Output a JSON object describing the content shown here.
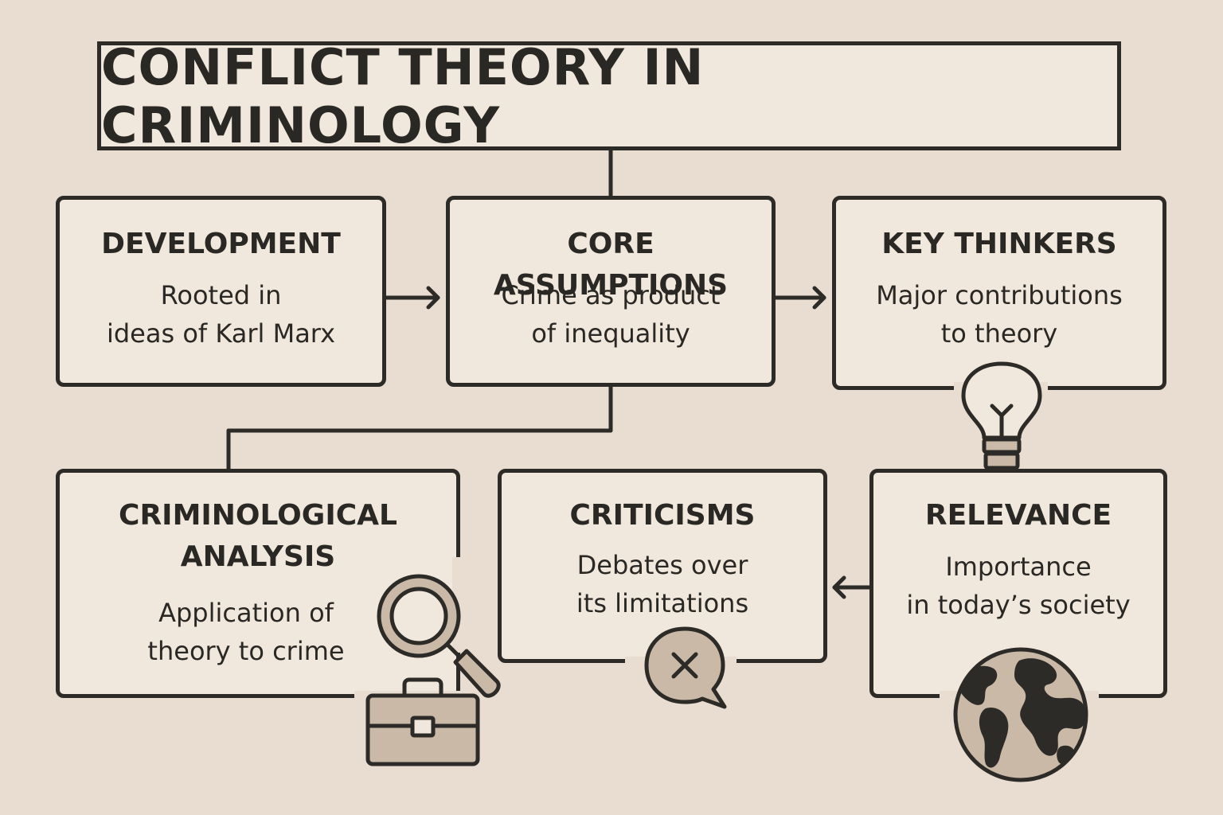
{
  "title": "CONFLICT THEORY IN CRIMINOLOGY",
  "nodes": {
    "development": {
      "heading": "DEVELOPMENT",
      "body": [
        "Rooted  in",
        "ideas of Karl Marx"
      ]
    },
    "core_assumptions": {
      "heading": "CORE ASSUMPTIONS",
      "body": [
        "Crime as product",
        "of inequality"
      ]
    },
    "key_thinkers": {
      "heading": "KEY THINKERS",
      "body": [
        "Major contributions",
        "to theory"
      ]
    },
    "criminological_analysis": {
      "heading": [
        "CRIMINOLOGICAL",
        "ANALYSIS"
      ],
      "body": [
        "Application of",
        "theory to crime"
      ]
    },
    "criticisms": {
      "heading": "CRITICISMS",
      "body": [
        "Debates over",
        "its limitations"
      ]
    },
    "relevance": {
      "heading": "RELEVANCE",
      "body": [
        "Importance",
        "in today’s society"
      ]
    }
  },
  "icons": [
    "lightbulb-icon",
    "magnifying-glass-icon",
    "briefcase-icon",
    "speech-bubble-x-icon",
    "globe-icon"
  ],
  "colors": {
    "background": "#e8ddd0",
    "box_fill": "#f0e8dc",
    "stroke": "#2d2b27",
    "icon_fill": "#c9b9a6"
  }
}
